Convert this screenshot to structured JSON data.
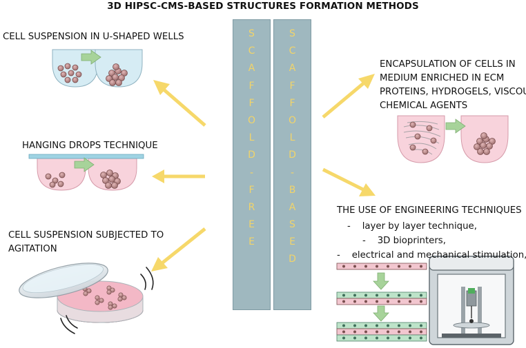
{
  "title": "3D HIPSC-CMS-BASED STRUCTURES FORMATION METHODS",
  "pillars": {
    "left_letters": [
      "S",
      "C",
      "A",
      "F",
      "F",
      "O",
      "L",
      "D",
      "-",
      "F",
      "R",
      "E",
      "E"
    ],
    "right_letters": [
      "S",
      "C",
      "A",
      "F",
      "F",
      "O",
      "L",
      "D",
      "-",
      "B",
      "A",
      "S",
      "E",
      "D"
    ]
  },
  "methods": {
    "u_wells": "CELL SUSPENSION IN U-SHAPED WELLS",
    "hanging": "HANGING DROPS TECHNIQUE",
    "agitation_line1": "CELL SUSPENSION SUBJECTED TO",
    "agitation_line2": "AGITATION",
    "encap_line1": "ENCAPSULATION OF CELLS IN",
    "encap_line2": "MEDIUM ENRICHED IN ECM",
    "encap_line3": "PROTEINS, HYDROGELS, VISCOUS",
    "encap_line4": "CHEMICAL AGENTS",
    "eng_title": "THE USE OF ENGINEERING TECHNIQUES",
    "eng_items": [
      "layer by layer technique,",
      "3D bioprinters,",
      "electrical and mechanical stimulation,"
    ]
  },
  "colors": {
    "arrow": "#f6d86a",
    "pillar": "#9fb8bf",
    "letters": "#f1d46a",
    "well_blue": "#d6ecf4",
    "well_pink": "#f8d3dc",
    "transfer_arrow": "#a7d39a",
    "cell": "#b88a8a"
  }
}
